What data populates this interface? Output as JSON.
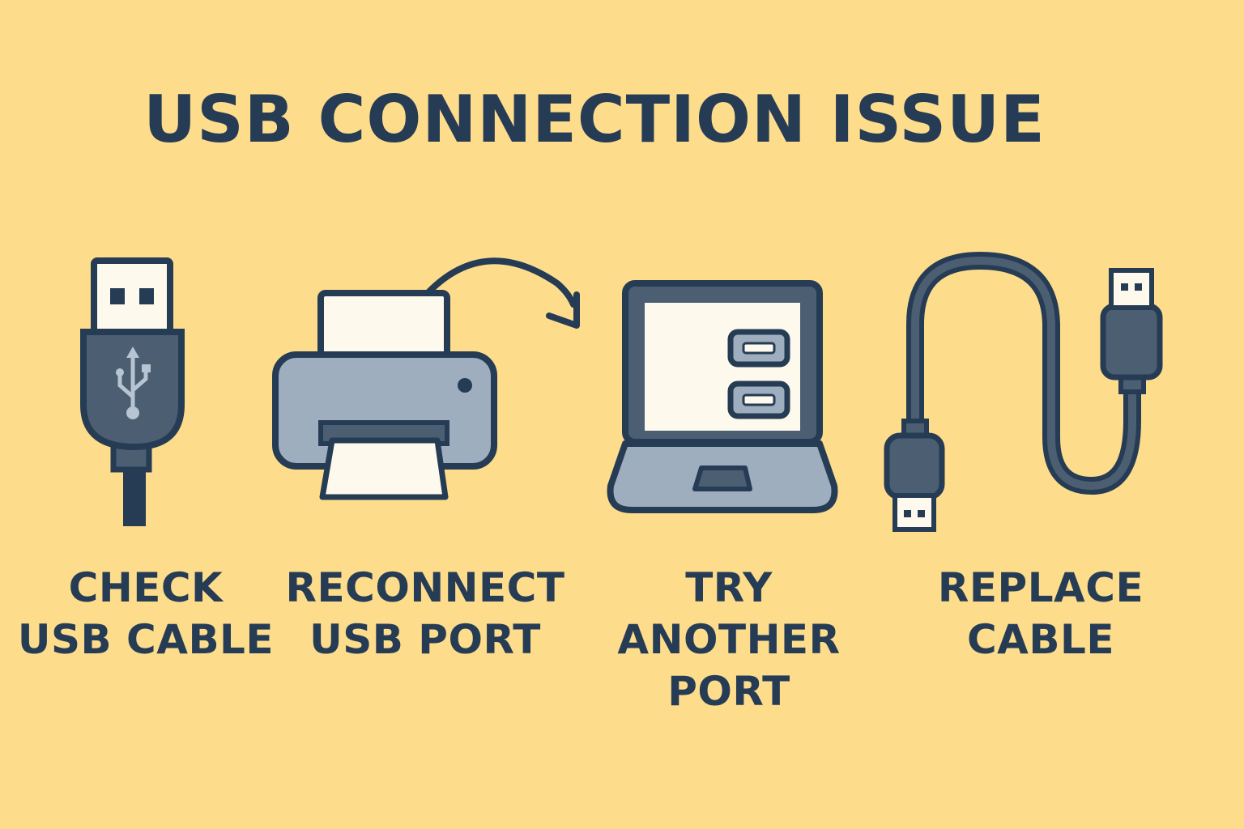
{
  "title": "USB CONNECTION ISSUE",
  "colors": {
    "background": "#fddc8c",
    "ink": "#263c55",
    "slate": "#4b5e72",
    "grey": "#9eaebf",
    "paper": "#fdf9ec"
  },
  "steps": [
    {
      "icon": "usb-plug-icon",
      "line1": "CHECK",
      "line2": "USB CABLE",
      "line3": ""
    },
    {
      "icon": "printer-icon",
      "line1": "RECONNECT",
      "line2": "USB PORT",
      "line3": ""
    },
    {
      "icon": "laptop-icon",
      "line1": "TRY",
      "line2": "ANOTHER",
      "line3": "PORT"
    },
    {
      "icon": "cable-icon",
      "line1": "REPLACE",
      "line2": "CABLE",
      "line3": ""
    }
  ]
}
